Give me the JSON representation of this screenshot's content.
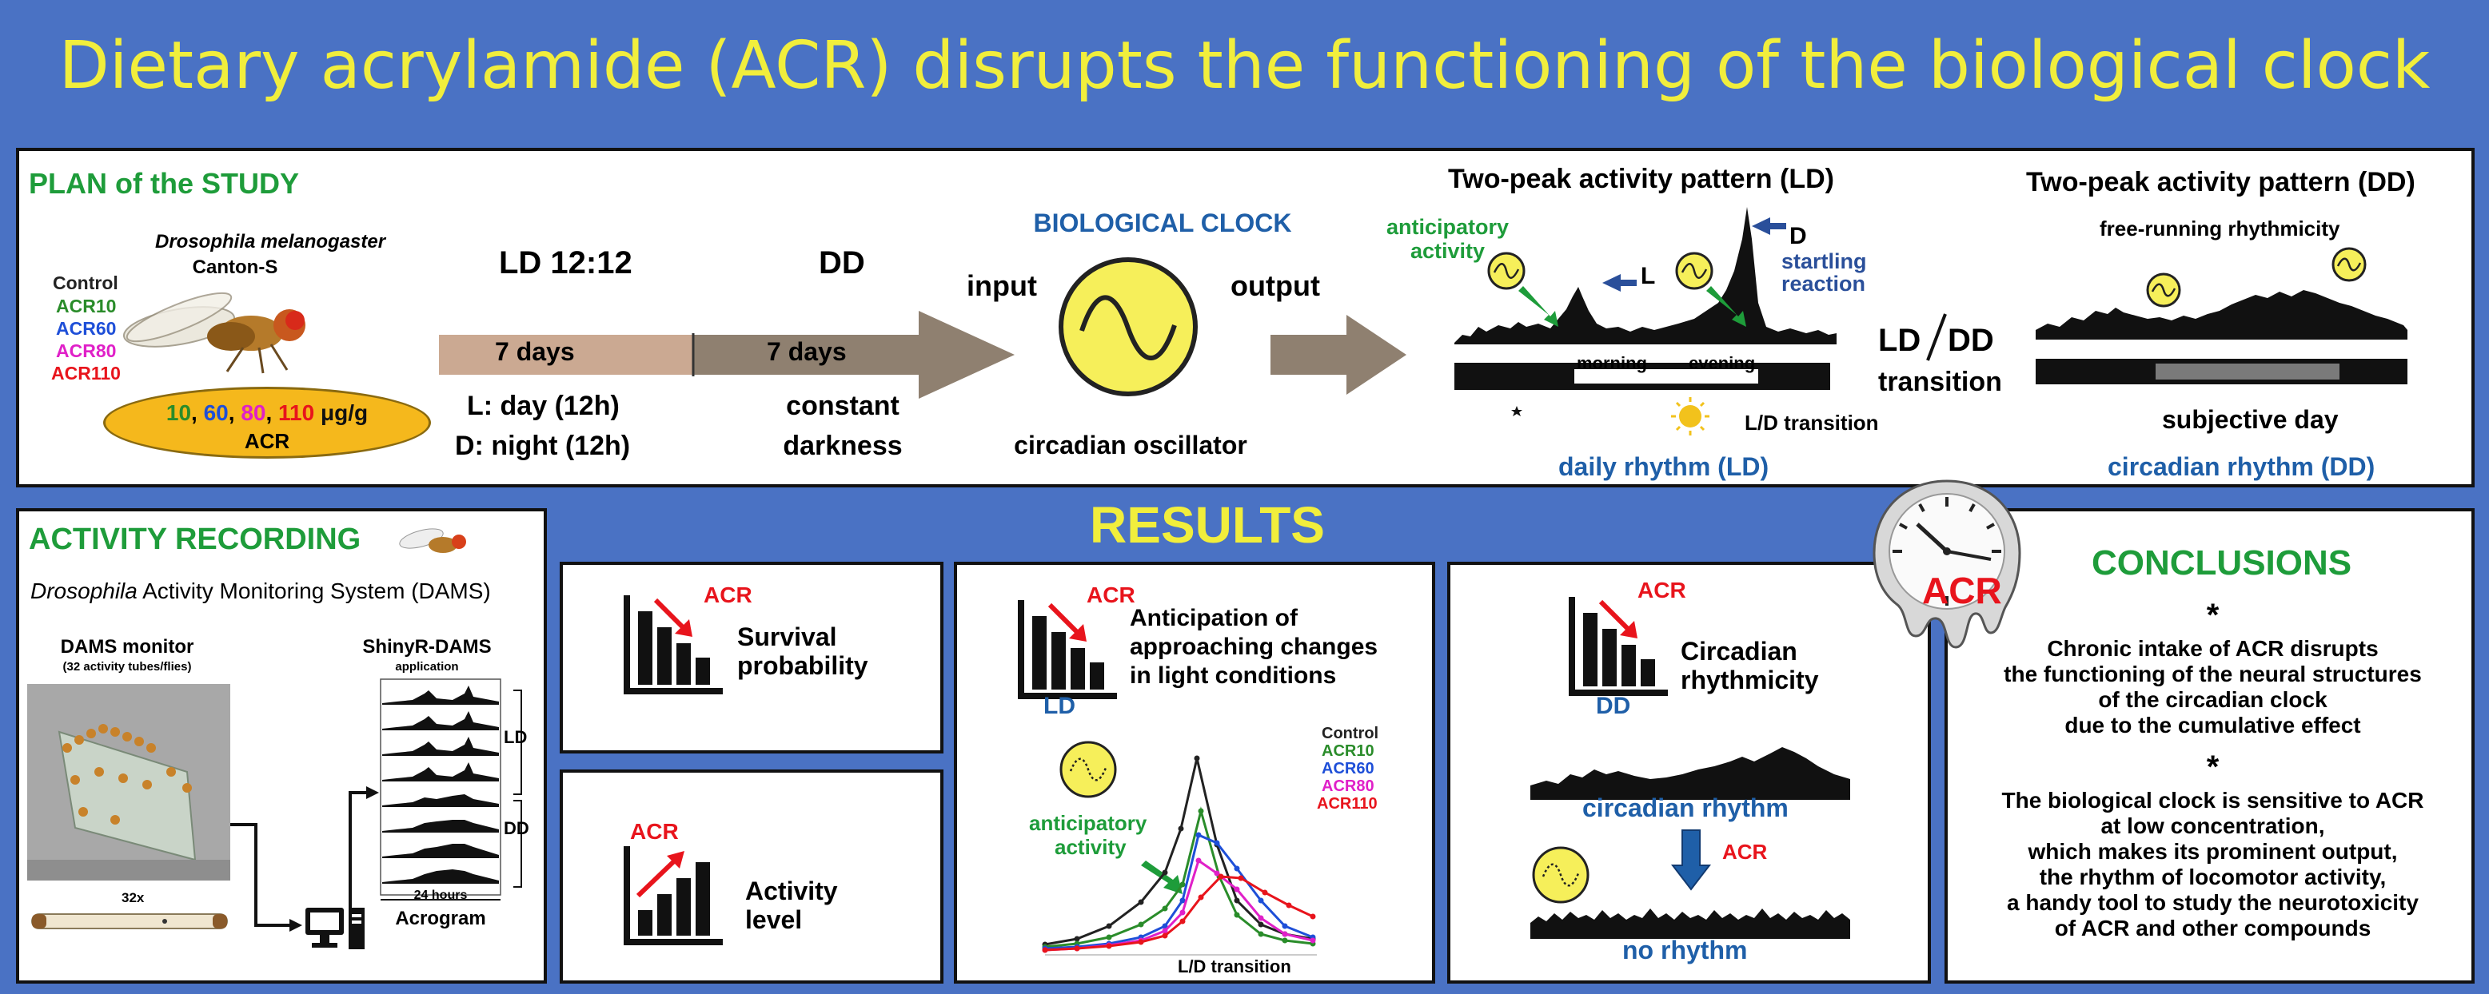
{
  "title": "Dietary acrylamide (ACR) disrupts the functioning of the biological clock",
  "plan": {
    "heading": "PLAN of the STUDY",
    "species_italic": "Drosophila melanogaster",
    "strain": "Canton-S",
    "groups": [
      "Control",
      "ACR10",
      "ACR60",
      "ACR80",
      "ACR110"
    ],
    "dose_values": [
      "10",
      "60",
      "80",
      "110"
    ],
    "dose_unit": "μg/g",
    "dose_label": "ACR",
    "ld_label": "LD 12:12",
    "dd_label": "DD",
    "ld_days": "7 days",
    "dd_days": "7 days",
    "ld_day": "L: day (12h)",
    "ld_night": "D: night (12h)",
    "dd_desc_1": "constant",
    "dd_desc_2": "darkness",
    "clock_title": "BIOLOGICAL CLOCK",
    "clock_input": "input",
    "clock_output": "output",
    "clock_caption": "circadian  oscillator",
    "ld_pattern_title": "Two-peak activity pattern (LD)",
    "anticipatory_1": "anticipatory",
    "anticipatory_2": "activity",
    "peak_l": "L",
    "peak_d": "D",
    "startling_1": "startling",
    "startling_2": "reaction",
    "morning": "morning",
    "evening": "evening",
    "ld_transition_small": "L/D transition",
    "daily_rhythm": "daily rhythm (LD)",
    "ld_dd_l": "LD",
    "ld_dd_r": "DD",
    "transition": "transition",
    "dd_pattern_title": "Two-peak activity pattern (DD)",
    "free_running": "free-running rhythmicity",
    "subjective_day": "subjective day",
    "circadian_rhythm_dd": "circadian rhythm (DD)"
  },
  "activity": {
    "heading": "ACTIVITY RECORDING",
    "dams_italic": "Drosophila",
    "dams_rest": " Activity Monitoring System (DAMS)",
    "monitor_title": "DAMS monitor",
    "monitor_sub": "(32 activity tubes/flies)",
    "shiny_title": "ShinyR-DAMS",
    "shiny_sub": "application",
    "tube_count": "32x",
    "ld": "LD",
    "dd": "DD",
    "hours": "24 hours",
    "acrogram": "Acrogram"
  },
  "results": {
    "heading": "RESULTS",
    "acr": "ACR",
    "survival_1": "Survival",
    "survival_2": "probability",
    "activity_1": "Activity",
    "activity_2": "level",
    "anticipation_1": "Anticipation of",
    "anticipation_2": "approaching changes",
    "anticipation_3": "in light conditions",
    "ld": "LD",
    "legend": [
      "Control",
      "ACR10",
      "ACR60",
      "ACR80",
      "ACR110"
    ],
    "antic_1": "anticipatory",
    "antic_2": "activity",
    "ld_transition": "L/D transition",
    "circadian_1": "Circadian",
    "circadian_2": "rhythmicity",
    "dd": "DD",
    "circadian_rhythm": "circadian rhythm",
    "no_rhythm": "no rhythm",
    "clock_acr": "ACR"
  },
  "conclusions": {
    "heading": "CONCLUSIONS",
    "star": "*",
    "c1": [
      "Chronic intake of ACR disrupts",
      "the functioning of the neural structures",
      "of the circadian clock",
      "due to the cumulative effect"
    ],
    "c2": [
      "The biological clock is sensitive to ACR",
      "at low concentration,",
      "which makes its prominent output,",
      "the rhythm of locomotor activity,",
      "a handy tool to study the neurotoxicity",
      "of ACR and other compounds"
    ]
  },
  "colors": {
    "background": "#4a72c4",
    "title": "#f1ee3c",
    "heading_green": "#1e9c3a",
    "acr_red": "#e8141c",
    "blue_label": "#1f5fa8",
    "control": "#222222",
    "acr10": "#2a8c2a",
    "acr60": "#1e4fd8",
    "acr80": "#e020c8",
    "acr110": "#e8141c"
  }
}
